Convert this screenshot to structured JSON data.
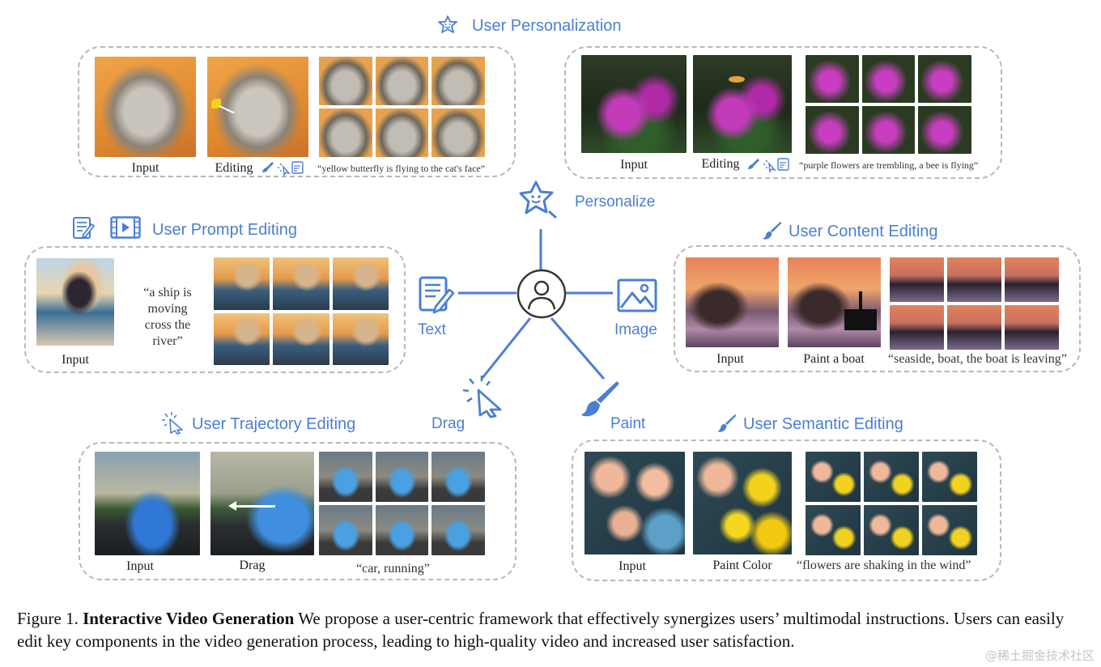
{
  "sections": {
    "personalization": {
      "title": "User Personalization"
    },
    "prompt": {
      "title": "User Prompt Editing"
    },
    "content": {
      "title": "User Content Editing"
    },
    "trajectory": {
      "title": "User Trajectory Editing"
    },
    "semantic": {
      "title": "User Semantic Editing"
    }
  },
  "hub": {
    "personalize": "Personalize",
    "text": "Text",
    "image": "Image",
    "drag": "Drag",
    "paint": "Paint"
  },
  "panels": {
    "cat": {
      "input": "Input",
      "editing": "Editing",
      "quote": "“yellow butterfly is flying to the cat's face”"
    },
    "flowers": {
      "input": "Input",
      "editing": "Editing",
      "quote": "“purple flowers are trembling, a bee is flying”"
    },
    "girl": {
      "input": "Input",
      "quote_lines": [
        "“a ship is",
        "moving",
        "cross the",
        "river”"
      ]
    },
    "seaside": {
      "input": "Input",
      "paint": "Paint a boat",
      "quote": "“seaside, boat, the boat is leaving”"
    },
    "car": {
      "input": "Input",
      "drag": "Drag",
      "quote": "“car, running”"
    },
    "daisy": {
      "input": "Input",
      "paint": "Paint Color",
      "quote": "“flowers are shaking in the wind”"
    }
  },
  "caption": {
    "prefix": "Figure 1. ",
    "bold": "Interactive Video Generation",
    "text": " We propose a user-centric framework that effectively synergizes users’ multimodal instructions. Users can easily edit key components in the video generation process, leading to high-quality video and increased user satisfaction."
  },
  "watermark": "@稀土掘金技术社区",
  "colors": {
    "accent": "#4a7fd4",
    "dashed_border": "#b8b8b8"
  },
  "icons": [
    "star-face-icon",
    "user-circle-icon",
    "text-edit-icon",
    "image-icon",
    "cursor-click-icon",
    "paint-brush-icon",
    "video-film-icon"
  ]
}
